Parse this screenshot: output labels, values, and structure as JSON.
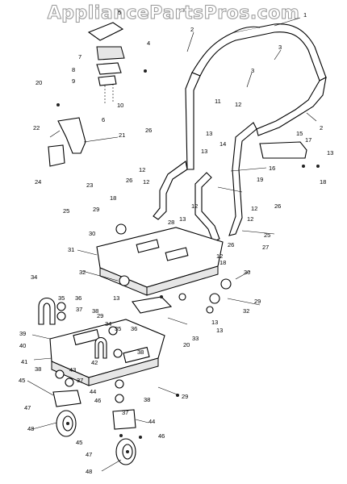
{
  "watermark": "AppliancePartsPros.com",
  "callouts": [
    "1",
    "2",
    "3",
    "4",
    "5",
    "6",
    "7",
    "8",
    "9",
    "10",
    "11",
    "12",
    "13",
    "14",
    "15",
    "16",
    "17",
    "18",
    "19",
    "20",
    "21",
    "22",
    "23",
    "24",
    "25",
    "26",
    "27",
    "28",
    "29",
    "30",
    "31",
    "32",
    "33",
    "34",
    "35",
    "36",
    "37",
    "38",
    "39",
    "40",
    "41",
    "42",
    "43",
    "44",
    "45",
    "46",
    "47",
    "48"
  ],
  "colors": {
    "line": "#000000",
    "watermark_outline": "#9a9a9a",
    "background": "#ffffff"
  }
}
